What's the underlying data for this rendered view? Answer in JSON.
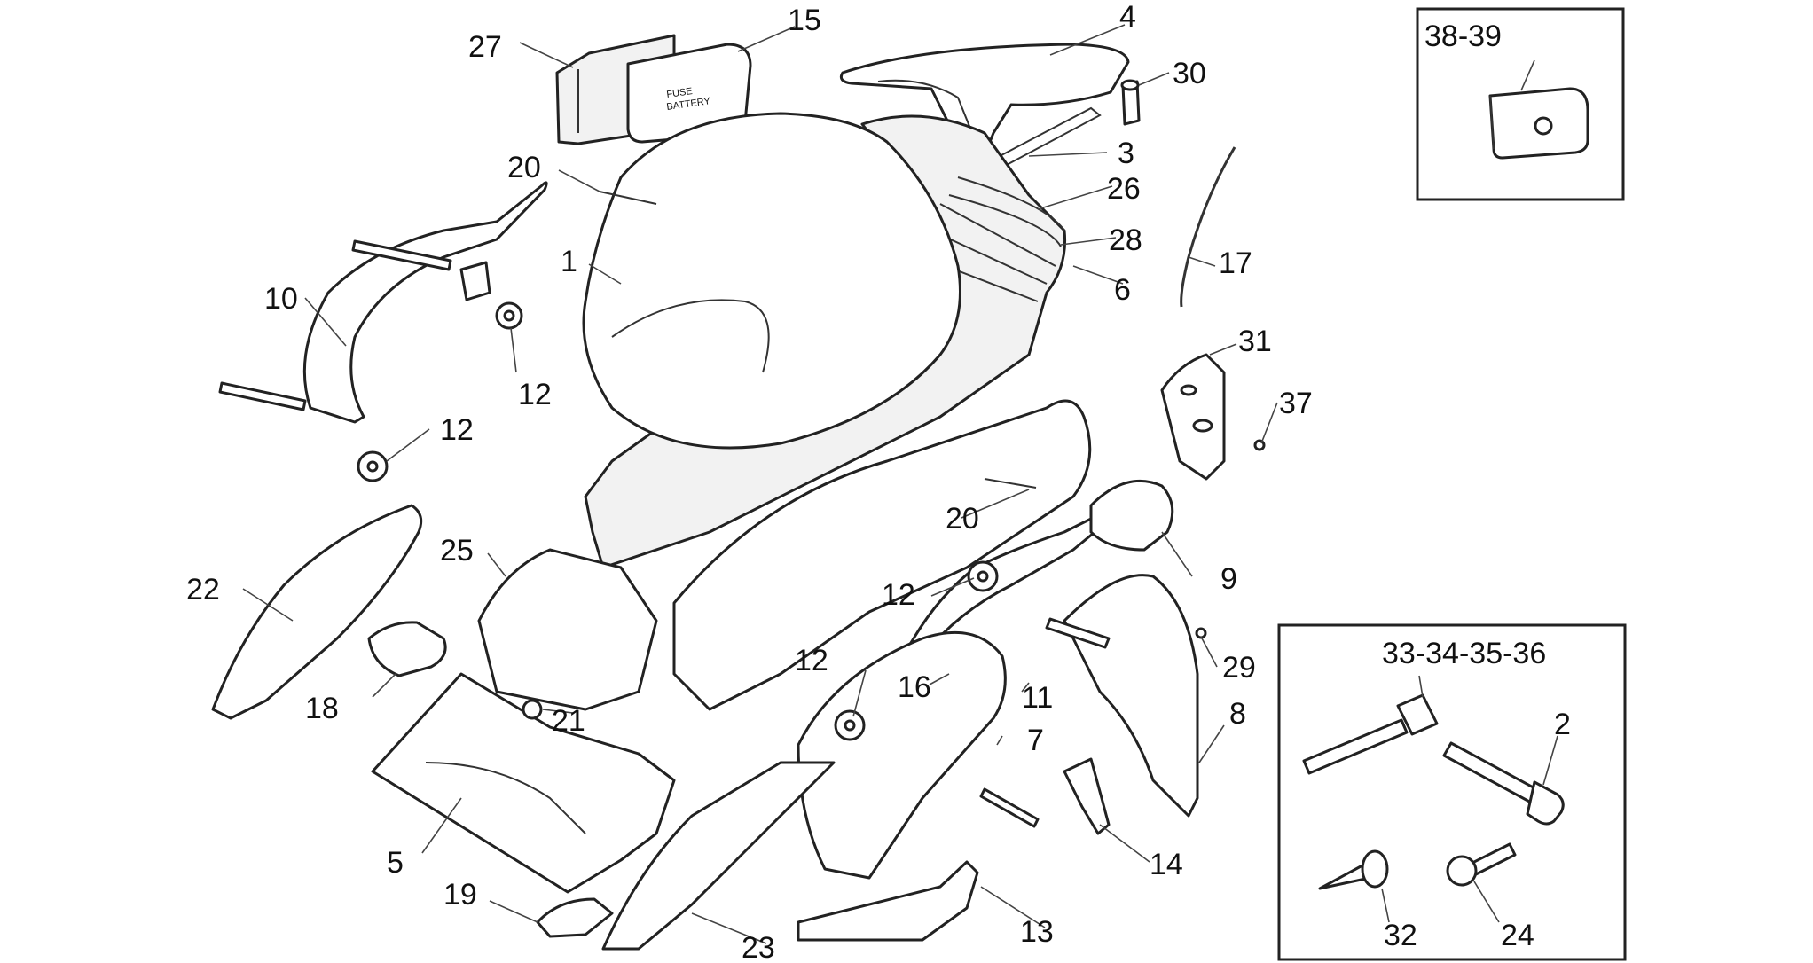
{
  "labels": {
    "p1": "1",
    "p2": "2",
    "p3": "3",
    "p4": "4",
    "p5": "5",
    "p6": "6",
    "p7": "7",
    "p8": "8",
    "p9": "9",
    "p10": "10",
    "p11": "11",
    "p12a": "12",
    "p12b": "12",
    "p12c": "12",
    "p12d": "12",
    "p13": "13",
    "p14": "14",
    "p15": "15",
    "p16": "16",
    "p17": "17",
    "p18": "18",
    "p19": "19",
    "p20a": "20",
    "p20b": "20",
    "p21": "21",
    "p22": "22",
    "p23": "23",
    "p24": "24",
    "p25": "25",
    "p26": "26",
    "p27": "27",
    "p28": "28",
    "p29": "29",
    "p30": "30",
    "p31": "31",
    "p32": "32",
    "p33": "33-34-35-36",
    "p37": "37",
    "p38": "38-39"
  },
  "battery_cover_text": [
    "FUSE",
    "BATTERY"
  ]
}
